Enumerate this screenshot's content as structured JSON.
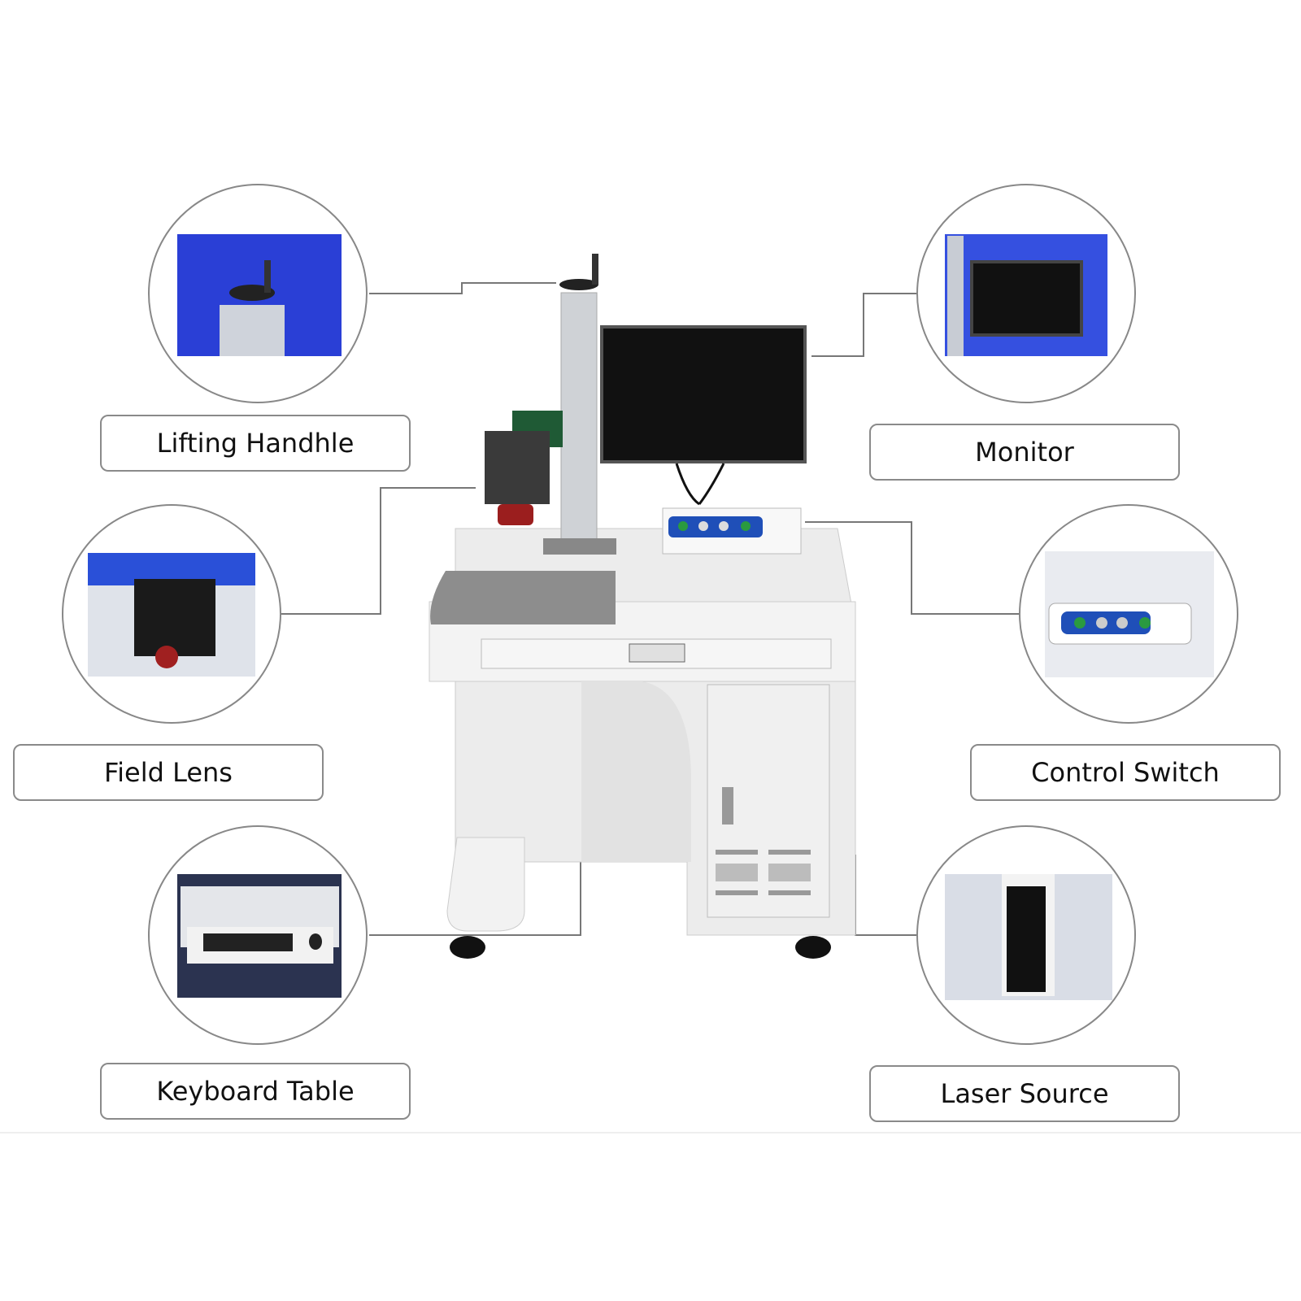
{
  "components": [
    {
      "id": "lifting-handle",
      "label": "Lifting Handhle"
    },
    {
      "id": "monitor",
      "label": "Monitor"
    },
    {
      "id": "field-lens",
      "label": "Field Lens"
    },
    {
      "id": "control-switch",
      "label": "Control Switch"
    },
    {
      "id": "keyboard-table",
      "label": "Keyboard Table"
    },
    {
      "id": "laser-source",
      "label": "Laser Source"
    }
  ],
  "colors": {
    "accent_blue": "#2a3fd6",
    "outline": "#8a8a8a",
    "cabinet": "#eeeeee"
  }
}
